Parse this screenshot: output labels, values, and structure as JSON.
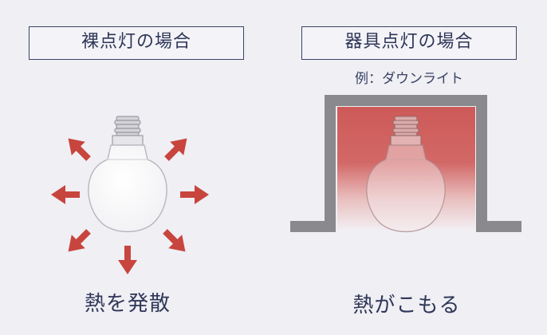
{
  "left_panel": {
    "title": "裸点灯の場合",
    "caption": "熱を発散"
  },
  "right_panel": {
    "title": "器具点灯の場合",
    "example": "例：ダウンライト",
    "caption": "熱がこもる"
  },
  "colors": {
    "arrow": "#c8453e",
    "heat": "#cd5a58",
    "fixture": "#8a8a8a",
    "text": "#2f3658",
    "background": "#efeff4"
  }
}
